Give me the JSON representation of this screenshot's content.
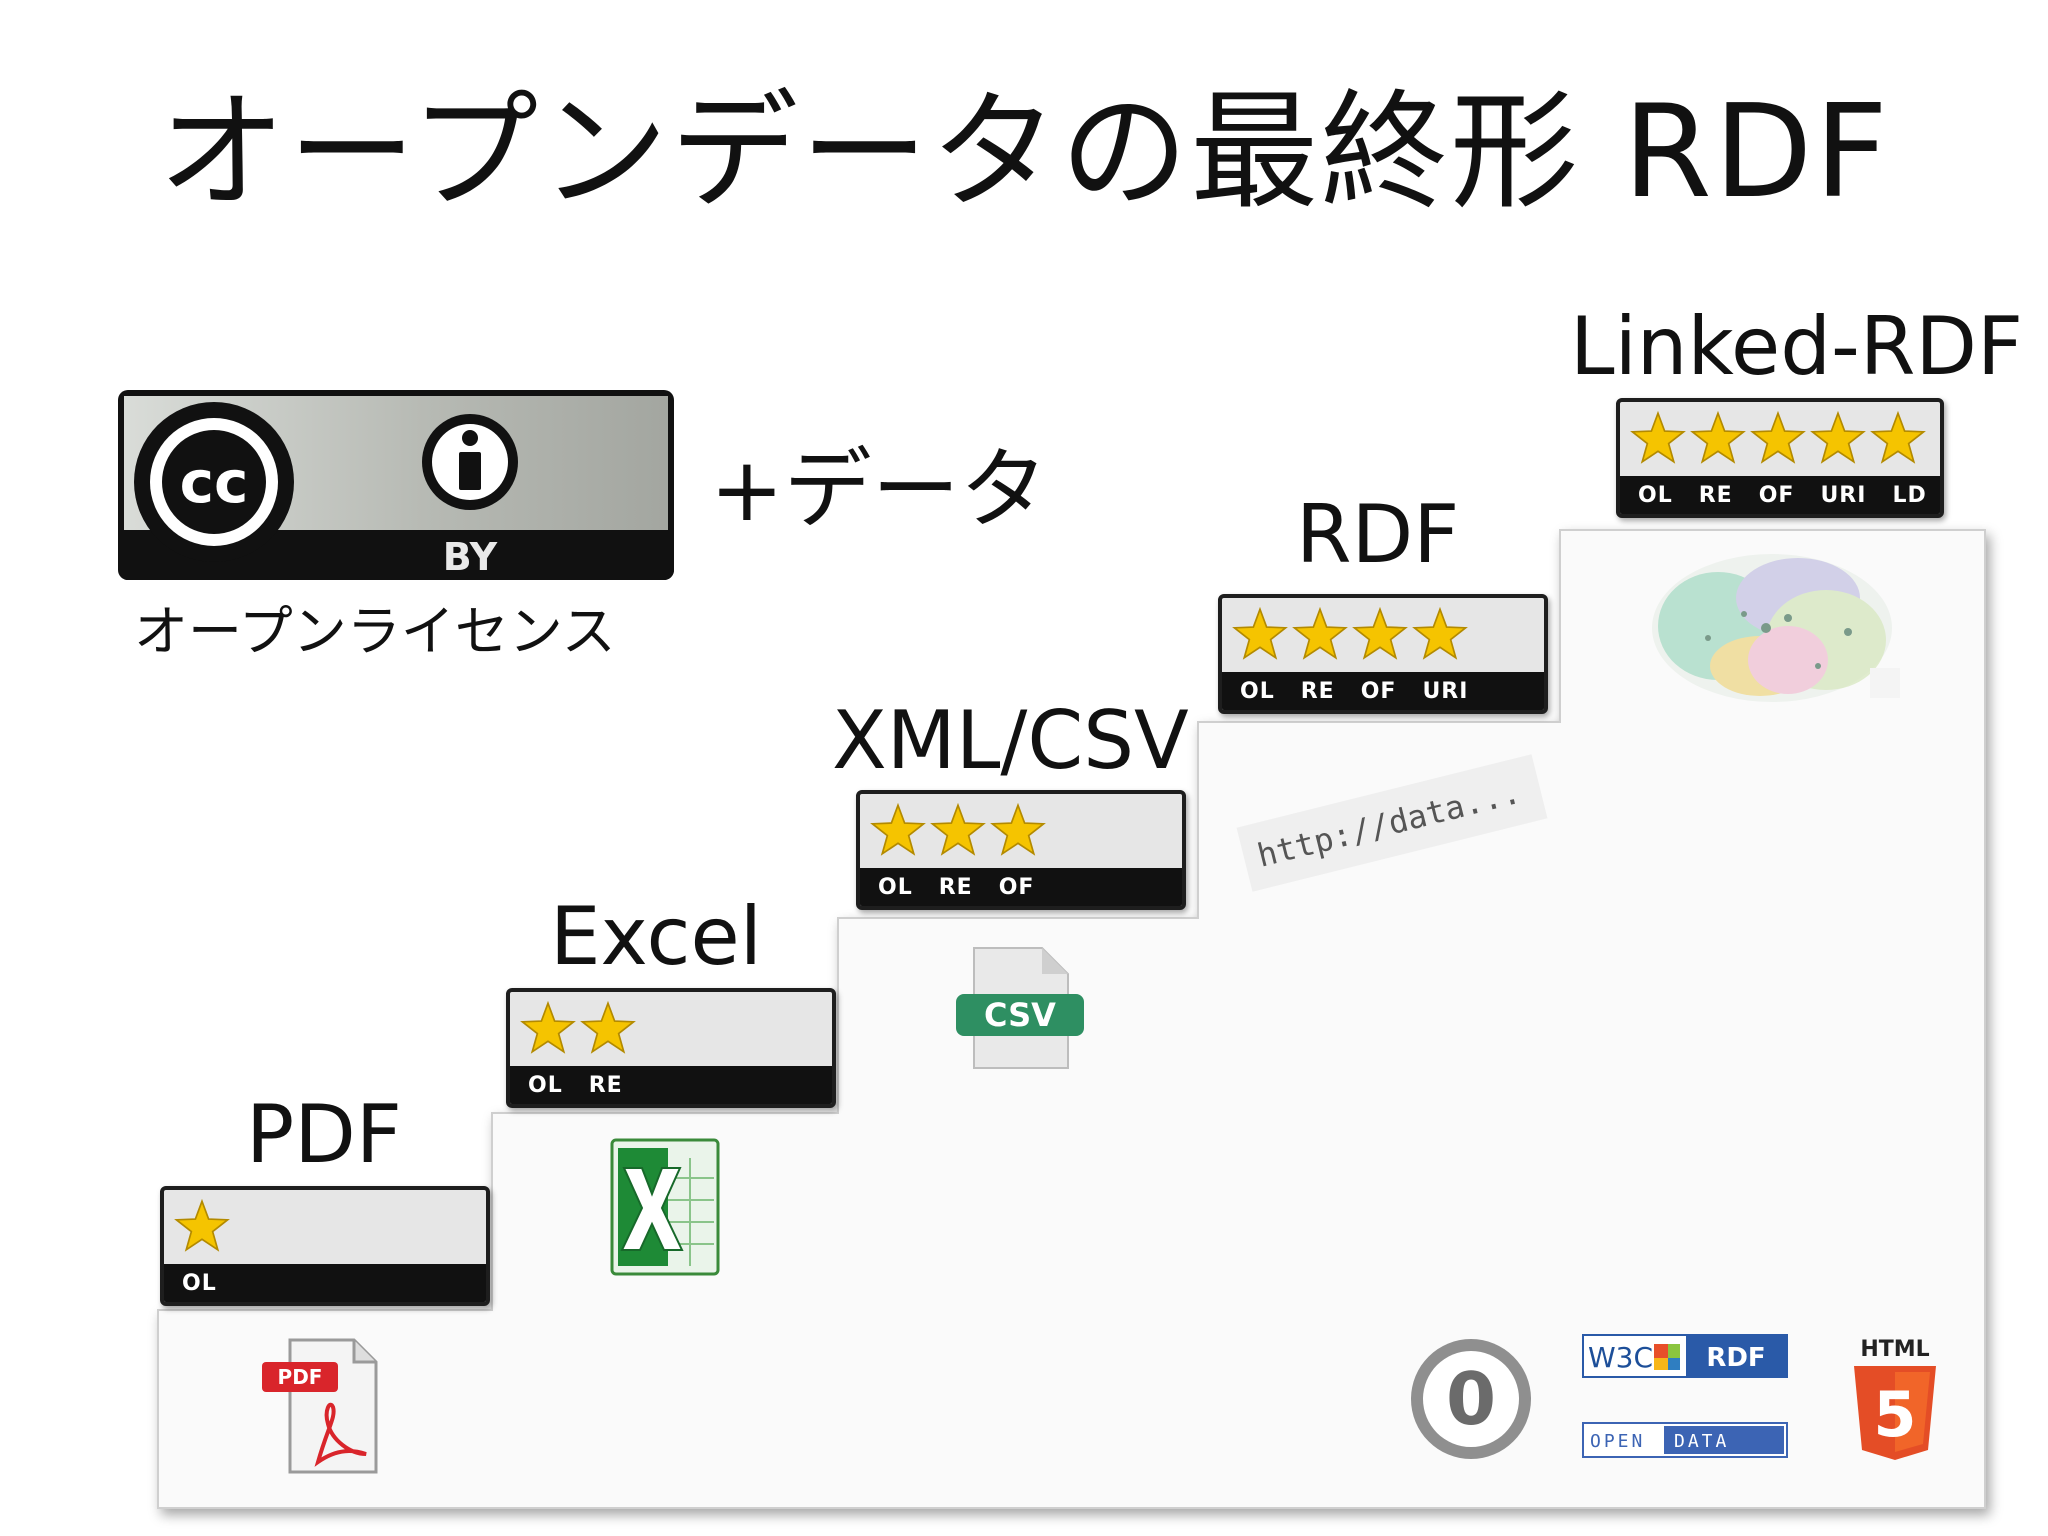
{
  "title": "オープンデータの最終形 RDF",
  "license": {
    "cc_text": "cc",
    "by_text": "BY",
    "caption": "オープンライセンス",
    "plus_data": "+データ"
  },
  "levels": [
    {
      "label": "PDF",
      "stars": 1,
      "codes": [
        "OL"
      ]
    },
    {
      "label": "Excel",
      "stars": 2,
      "codes": [
        "OL",
        "RE"
      ]
    },
    {
      "label": "XML/CSV",
      "stars": 3,
      "codes": [
        "OL",
        "RE",
        "OF"
      ]
    },
    {
      "label": "RDF",
      "stars": 4,
      "codes": [
        "OL",
        "RE",
        "OF",
        "URI"
      ]
    },
    {
      "label": "Linked-RDF",
      "stars": 5,
      "codes": [
        "OL",
        "RE",
        "OF",
        "URI",
        "LD"
      ]
    }
  ],
  "icons": {
    "pdf_text": "PDF",
    "csv_text": "CSV",
    "url_text": "http://data...",
    "zero_text": "0",
    "w3c_text": "W3C",
    "rdf_text": "RDF",
    "open_text": "OPEN",
    "data_text": "DATA",
    "html_text": "HTML",
    "html_num": "5"
  },
  "colors": {
    "star": "#f5c400",
    "badge_bg": "#e6e6e6",
    "badge_bar": "#111111",
    "excel_green": "#1e8a36",
    "csv_green": "#2e8f62",
    "pdf_red": "#d9252b",
    "html5_orange": "#e44d26",
    "rdf_blue": "#2a5aa8"
  }
}
